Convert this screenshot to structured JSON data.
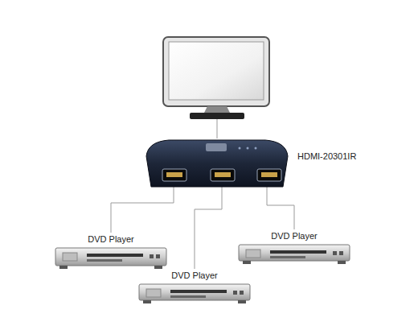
{
  "diagram": {
    "nodes": [
      {
        "text": [
          "HDMI-20301IR"
        ]
      },
      {
        "text": [
          "DVD Player"
        ]
      },
      {
        "text": [
          "DVD Player"
        ]
      },
      {
        "text": [
          "DVD Player"
        ]
      }
    ],
    "edges": [
      {
        "from": 0,
        "to": 1,
        "arrow": "none"
      },
      {
        "from": 0,
        "to": 2,
        "arrow": "none"
      },
      {
        "from": 0,
        "to": 3,
        "arrow": "none"
      }
    ]
  }
}
